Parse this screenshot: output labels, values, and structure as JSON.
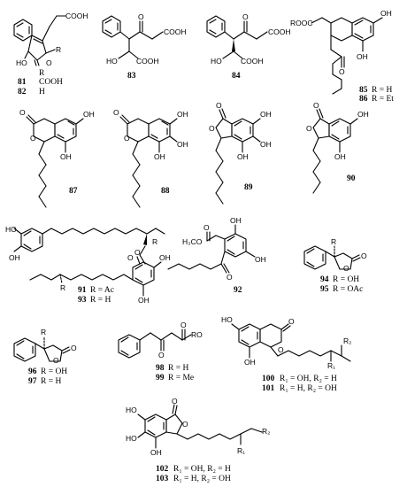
{
  "compounds": {
    "c81": {
      "num": "81",
      "r": "COOH"
    },
    "c82": {
      "num": "82",
      "r": "H"
    },
    "c83": {
      "num": "83"
    },
    "c84": {
      "num": "84"
    },
    "c85": {
      "num": "85",
      "r": "R = H"
    },
    "c86": {
      "num": "86",
      "r": "R = Et"
    },
    "c87": {
      "num": "87"
    },
    "c88": {
      "num": "88"
    },
    "c89": {
      "num": "89"
    },
    "c90": {
      "num": "90"
    },
    "c91": {
      "num": "91",
      "r": "R = Ac"
    },
    "c93": {
      "num": "93",
      "r": "R = H"
    },
    "c92": {
      "num": "92"
    },
    "c94": {
      "num": "94",
      "r": "R = OH"
    },
    "c95": {
      "num": "95",
      "r": "R = OAc"
    },
    "c96": {
      "num": "96",
      "r": "R = OH"
    },
    "c97": {
      "num": "97",
      "r": "R = H"
    },
    "c98": {
      "num": "98",
      "r": "R = H"
    },
    "c99": {
      "num": "99",
      "r": "R = Me"
    },
    "c100": {
      "num": "100",
      "r": "R₁ = OH, R₂ = H"
    },
    "c101": {
      "num": "101",
      "r": "R₁ = H, R₂ = OH"
    },
    "c102": {
      "num": "102",
      "r": "R₁ = OH, R₂ = H"
    },
    "c103": {
      "num": "103",
      "r": "R₁ = H, R₂ = OH"
    }
  },
  "atoms": {
    "cooh": "COOH",
    "oh": "OH",
    "ho": "HO",
    "o": "O",
    "r": "R",
    "h": "H",
    "rooc": "ROOC",
    "h3coc": "H₃CO",
    "ro": "RO",
    "r1": "R₁",
    "r2": "R₂",
    "r_label": "R"
  }
}
